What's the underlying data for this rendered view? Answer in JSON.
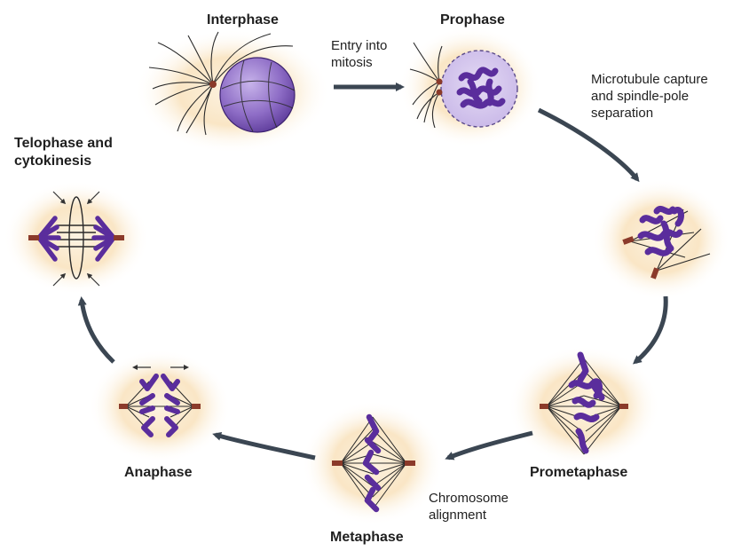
{
  "stages": {
    "interphase": "Interphase",
    "prophase": "Prophase",
    "prometaphase": "Prometaphase",
    "metaphase": "Metaphase",
    "anaphase": "Anaphase",
    "telophase_line1": "Telophase and",
    "telophase_line2": "cytokinesis"
  },
  "steps": {
    "entry_line1": "Entry into",
    "entry_line2": "mitosis",
    "capture_line1": "Microtubule capture",
    "capture_line2": "and spindle-pole",
    "capture_line3": "separation",
    "alignment_line1": "Chromosome",
    "alignment_line2": "alignment"
  },
  "colors": {
    "chromosome": "#5a2d9c",
    "nucleus": "#8a6cc0",
    "arrow": "#3b4652",
    "glow": "#f7dcb0",
    "microtubule": "#2a2a2a",
    "pole": "#8b3a2a"
  }
}
